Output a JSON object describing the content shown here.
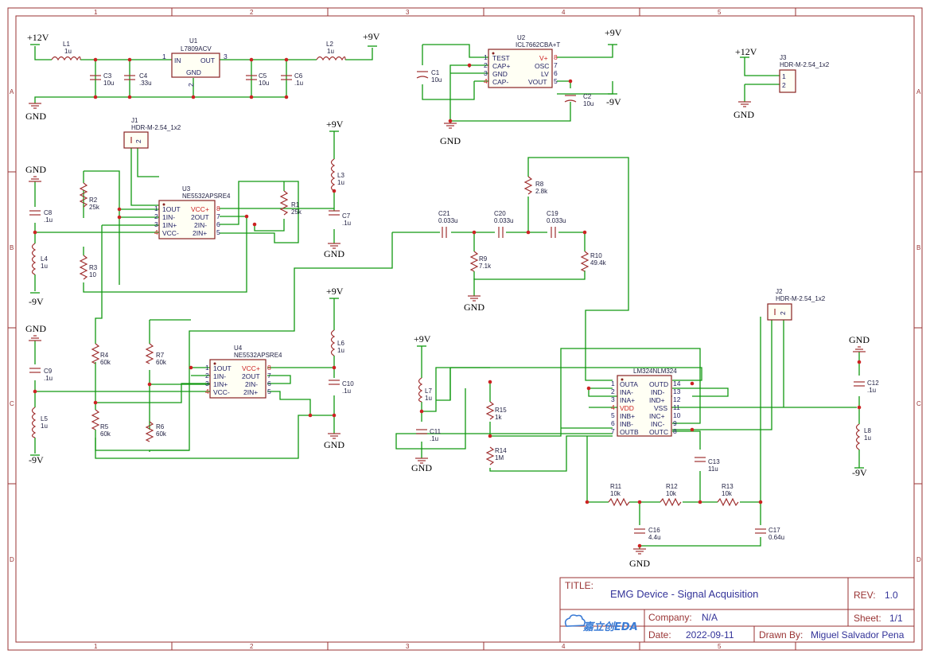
{
  "title_block": {
    "title_label": "TITLE:",
    "title": "EMG Device - Signal Acquisition",
    "rev_label": "REV:",
    "rev": "1.0",
    "company_label": "Company:",
    "company": "N/A",
    "sheet_label": "Sheet:",
    "sheet": "1/1",
    "date_label": "Date:",
    "date": "2022-09-11",
    "drawn_label": "Drawn By:",
    "drawn_by": "Miguel Salvador Pena",
    "logo_text": "嘉立创EDA"
  },
  "border": {
    "columns": [
      "1",
      "2",
      "3",
      "4",
      "5"
    ],
    "rows": [
      "A",
      "B",
      "C",
      "D"
    ]
  },
  "rails": {
    "p12": "+12V",
    "p9": "+9V",
    "n9": "-9V",
    "gnd": "GND"
  },
  "components": {
    "U1": {
      "ref": "U1",
      "value": "L7809ACV",
      "pins": [
        "IN",
        "OUT",
        "GND"
      ],
      "pin_numbers": [
        "1",
        "3",
        "2"
      ]
    },
    "U2": {
      "ref": "U2",
      "value": "ICL7662CBA+T",
      "left_pins": [
        "TEST",
        "CAP+",
        "GND",
        "CAP-"
      ],
      "left_numbers": [
        "1",
        "2",
        "3",
        "4"
      ],
      "right_pins": [
        "V+",
        "OSC",
        "LV",
        "VOUT"
      ],
      "right_numbers": [
        "8",
        "7",
        "6",
        "5"
      ]
    },
    "U3": {
      "ref": "U3",
      "value": "NE5532APSRE4",
      "left_pins": [
        "1OUT",
        "1IN-",
        "1IN+",
        "VCC-"
      ],
      "left_numbers": [
        "1",
        "2",
        "3",
        "4"
      ],
      "right_pins": [
        "VCC+",
        "2OUT",
        "2IN-",
        "2IN+"
      ],
      "right_numbers": [
        "8",
        "7",
        "6",
        "5"
      ]
    },
    "U4": {
      "ref": "U4",
      "value": "NE5532APSRE4",
      "left_pins": [
        "1OUT",
        "1IN-",
        "1IN+",
        "VCC-"
      ],
      "left_numbers": [
        "1",
        "2",
        "3",
        "4"
      ],
      "right_pins": [
        "VCC+",
        "2OUT",
        "2IN-",
        "2IN+"
      ],
      "right_numbers": [
        "8",
        "7",
        "6",
        "5"
      ]
    },
    "U5": {
      "ref": "",
      "value": "LM324NLM324",
      "left_pins": [
        "OUTA",
        "INA-",
        "INA+",
        "VDD",
        "INB+",
        "INB-",
        "OUTB"
      ],
      "left_numbers": [
        "1",
        "2",
        "3",
        "4",
        "5",
        "6",
        "7"
      ],
      "right_pins": [
        "OUTD",
        "IND-",
        "IND+",
        "VSS",
        "INC+",
        "INC-",
        "OUTC"
      ],
      "right_numbers": [
        "14",
        "13",
        "12",
        "11",
        "10",
        "9",
        "8"
      ]
    },
    "J1": {
      "ref": "J1",
      "value": "HDR-M-2.54_1x2"
    },
    "J2": {
      "ref": "J2",
      "value": "HDR-M-2.54_1x2"
    },
    "J3": {
      "ref": "J3",
      "value": "HDR-M-2.54_1x2"
    },
    "C1": {
      "ref": "C1",
      "value": "10u"
    },
    "C2": {
      "ref": "C2",
      "value": "10u"
    },
    "C3": {
      "ref": "C3",
      "value": "10u"
    },
    "C4": {
      "ref": "C4",
      "value": ".33u"
    },
    "C5": {
      "ref": "C5",
      "value": "10u"
    },
    "C6": {
      "ref": "C6",
      "value": ".1u"
    },
    "C7": {
      "ref": "C7",
      "value": ".1u"
    },
    "C8": {
      "ref": "C8",
      "value": ".1u"
    },
    "C9": {
      "ref": "C9",
      "value": ".1u"
    },
    "C10": {
      "ref": "C10",
      "value": ".1u"
    },
    "C11": {
      "ref": "C11",
      "value": ".1u"
    },
    "C12": {
      "ref": "C12",
      "value": ".1u"
    },
    "C13": {
      "ref": "C13",
      "value": "11u"
    },
    "C16": {
      "ref": "C16",
      "value": "4.4u"
    },
    "C17": {
      "ref": "C17",
      "value": "0.64u"
    },
    "C19": {
      "ref": "C19",
      "value": "0.033u"
    },
    "C20": {
      "ref": "C20",
      "value": "0.033u"
    },
    "C21": {
      "ref": "C21",
      "value": "0.033u"
    },
    "L1": {
      "ref": "L1",
      "value": "1u"
    },
    "L2": {
      "ref": "L2",
      "value": "1u"
    },
    "L3": {
      "ref": "L3",
      "value": "1u"
    },
    "L4": {
      "ref": "L4",
      "value": "1u"
    },
    "L5": {
      "ref": "L5",
      "value": "1u"
    },
    "L6": {
      "ref": "L6",
      "value": "1u"
    },
    "L7": {
      "ref": "L7",
      "value": "1u"
    },
    "L8": {
      "ref": "L8",
      "value": "1u"
    },
    "R1": {
      "ref": "R1",
      "value": "25k"
    },
    "R2": {
      "ref": "R2",
      "value": "25k"
    },
    "R3": {
      "ref": "R3",
      "value": "10"
    },
    "R4": {
      "ref": "R4",
      "value": "60k"
    },
    "R5": {
      "ref": "R5",
      "value": "60k"
    },
    "R6": {
      "ref": "R6",
      "value": "60k"
    },
    "R7": {
      "ref": "R7",
      "value": "60k"
    },
    "R8": {
      "ref": "R8",
      "value": "2.8k"
    },
    "R9": {
      "ref": "R9",
      "value": "7.1k"
    },
    "R10": {
      "ref": "R10",
      "value": "49.4k"
    },
    "R11": {
      "ref": "R11",
      "value": "10k"
    },
    "R12": {
      "ref": "R12",
      "value": "10k"
    },
    "R13": {
      "ref": "R13",
      "value": "10k"
    },
    "R14": {
      "ref": "R14",
      "value": "1M"
    },
    "R15": {
      "ref": "R15",
      "value": "1k"
    }
  },
  "colors": {
    "wire": "#119911",
    "part": "#a03030",
    "pin_red": "#cc2222",
    "text": "#222244",
    "frame": "#993333"
  }
}
